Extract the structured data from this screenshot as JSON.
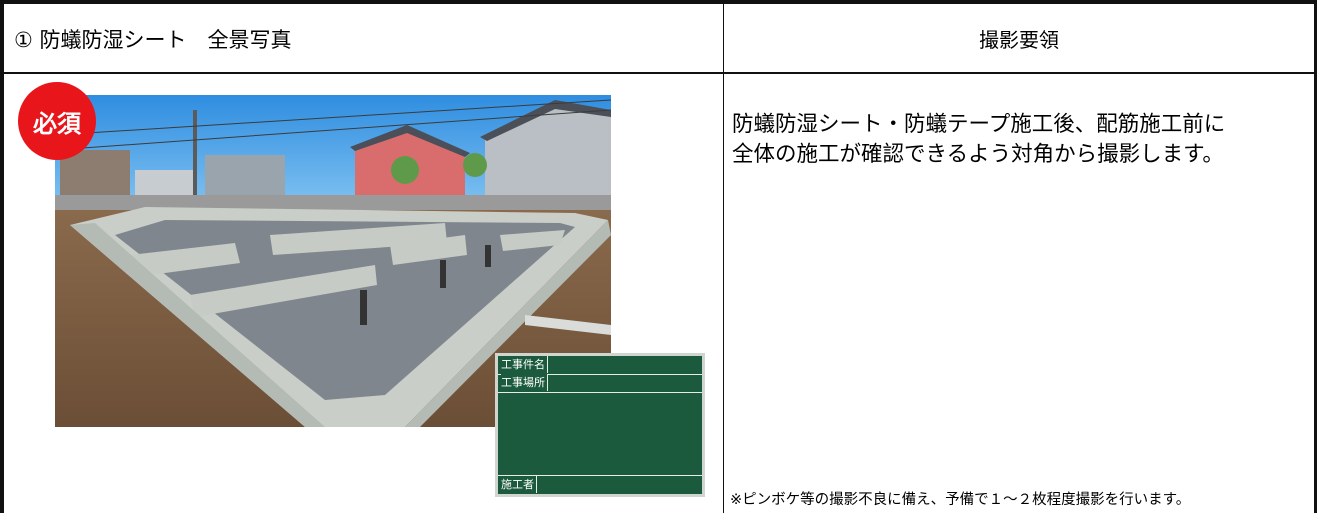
{
  "header": {
    "item_title": "① 防蟻防湿シート　全景写真",
    "guideline_title": "撮影要領"
  },
  "badge": {
    "label": "必須",
    "color": "#e8161b"
  },
  "blackboard": {
    "labels": [
      "工事件名",
      "工事場所",
      "施工者"
    ],
    "color": "#1b5a3c"
  },
  "description": {
    "text": "防蟻防湿シート・防蟻テープ施工後、配筋施工前に\n全体の施工が確認できるよう対角から撮影します。"
  },
  "note": {
    "text": "※ピンボケ等の撮影不良に備え、予備で１～２枚程度撮影を行います。"
  }
}
